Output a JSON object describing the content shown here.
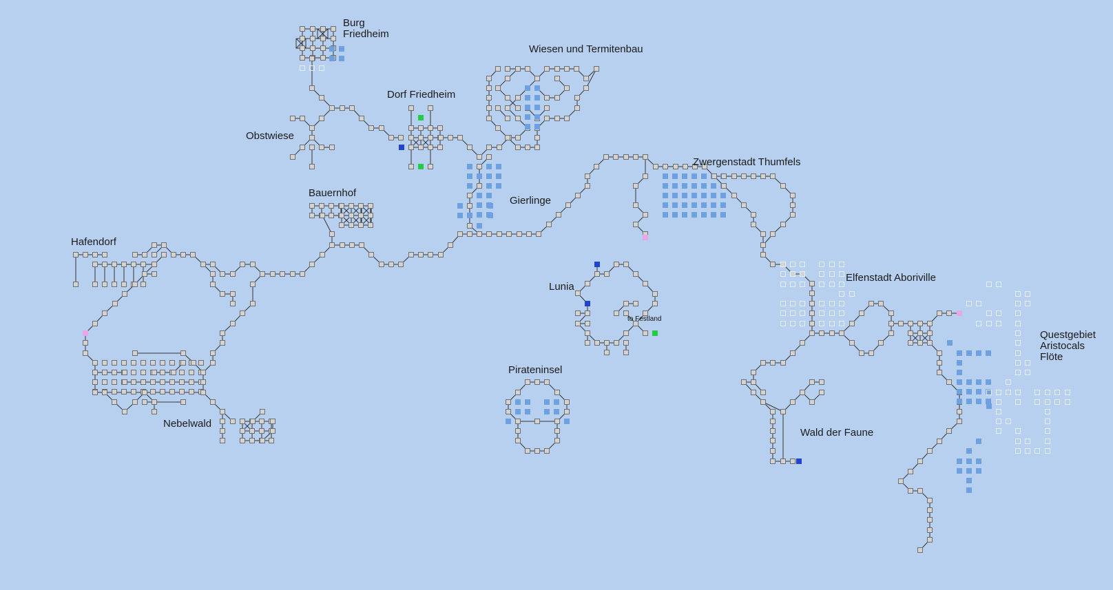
{
  "map": {
    "areas": [
      {
        "id": "burg-friedheim",
        "name": "Burg\nFriedheim"
      },
      {
        "id": "wiesen",
        "name": "Wiesen und Termitenbau"
      },
      {
        "id": "dorf-friedheim",
        "name": "Dorf Friedheim"
      },
      {
        "id": "obstwiese",
        "name": "Obstwiese"
      },
      {
        "id": "zwergenstadt",
        "name": "Zwergenstadt Thumfels"
      },
      {
        "id": "gierlinge",
        "name": "Gierlinge"
      },
      {
        "id": "bauernhof",
        "name": "Bauernhof"
      },
      {
        "id": "hafendorf",
        "name": "Hafendorf"
      },
      {
        "id": "elfenstadt",
        "name": "Elfenstadt Aboriville"
      },
      {
        "id": "lunia",
        "name": "Lunia"
      },
      {
        "id": "questgebiet",
        "name": "Questgebiet\nAristocals\nFlöte"
      },
      {
        "id": "pirateninsel",
        "name": "Pirateninsel"
      },
      {
        "id": "wald-der-faune",
        "name": "Wald der Faune"
      },
      {
        "id": "nebelwald",
        "name": "Nebelwald"
      }
    ],
    "room_labels": {
      "to_festland": "to Festland"
    },
    "colors": {
      "background": "#b8d0ef",
      "room_fill": "#d3d3d3",
      "room_border": "#6e6e6e",
      "blue_room": "#6fa0e0",
      "ghost_room": "#dce8f8",
      "exit_blue": "#2244cc",
      "exit_green": "#22cc44",
      "exit_pink": "#e8a8e8",
      "link": "#333333"
    }
  }
}
